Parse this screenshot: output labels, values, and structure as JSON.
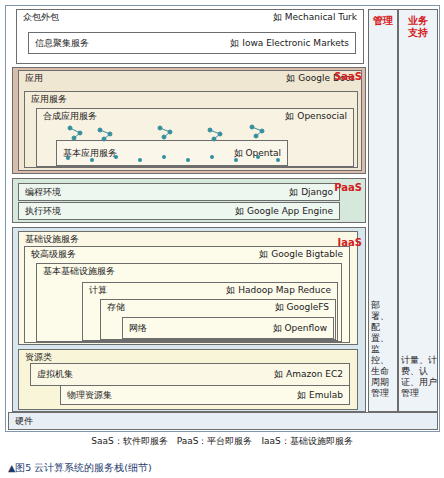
{
  "diagram": {
    "caption": "▲图5 云计算系统的服务栈(细节)",
    "nodes": [
      {
        "text": [
          "众包外包",
          "如 Mechanical Turk"
        ]
      },
      {
        "text": [
          "信息聚集服务",
          "如 Iowa Electronic Markets"
        ],
        "in": 0
      },
      {
        "text": [
          "SaaS"
        ]
      },
      {
        "text": [
          "应用",
          "如 Google Docs"
        ],
        "in": 2
      },
      {
        "text": [
          "应用服务"
        ],
        "in": 3
      },
      {
        "text": [
          "合成应用服务",
          "如 Opensocial"
        ],
        "in": 4
      },
      {
        "text": [
          "基本应用服务",
          "如 Opental"
        ],
        "in": 5
      },
      {
        "text": [
          "PaaS"
        ]
      },
      {
        "text": [
          "编程环境",
          "如 Django"
        ],
        "in": 7
      },
      {
        "text": [
          "执行环境",
          "如 Google App Engine"
        ],
        "in": 7
      },
      {
        "text": [
          "IaaS"
        ]
      },
      {
        "text": [
          "基础设施服务"
        ],
        "in": 10
      },
      {
        "text": [
          "较高级服务",
          "如 Google Bigtable"
        ],
        "in": 11
      },
      {
        "text": [
          "基本基础设施服务"
        ],
        "in": 12
      },
      {
        "text": [
          "计算",
          "如 Hadoop Map Reduce"
        ],
        "in": 13
      },
      {
        "text": [
          "存储",
          "如 GoogleFS"
        ],
        "in": 14
      },
      {
        "text": [
          "网络",
          "如 Openflow"
        ],
        "in": 15
      },
      {
        "text": [
          "资源类"
        ],
        "in": 10
      },
      {
        "text": [
          "虚拟机集",
          "如 Amazon EC2"
        ],
        "in": 17
      },
      {
        "text": [
          "物理资源集",
          "如 Emulab"
        ],
        "in": 18
      },
      {
        "text": [
          "管理",
          "部署、配置、监控、生命周期管理"
        ]
      },
      {
        "text": [
          "业务支持",
          "计量、计费、认证、用户管理"
        ]
      },
      {
        "text": [
          "硬件"
        ]
      }
    ],
    "labels": [
      "SaaS：软件即服务　PaaS：平台即服务　IaaS：基础设施即服务"
    ]
  }
}
